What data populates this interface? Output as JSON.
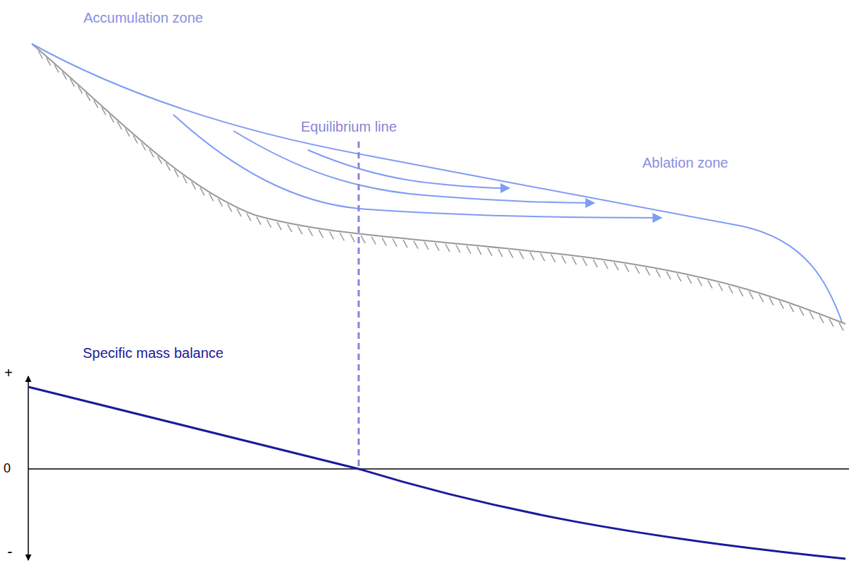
{
  "diagram": {
    "labels": [
      "Accumulation zone",
      "Equilibrium line",
      "Ablation zone",
      "Specific mass balance",
      "+",
      "0",
      "-"
    ]
  }
}
